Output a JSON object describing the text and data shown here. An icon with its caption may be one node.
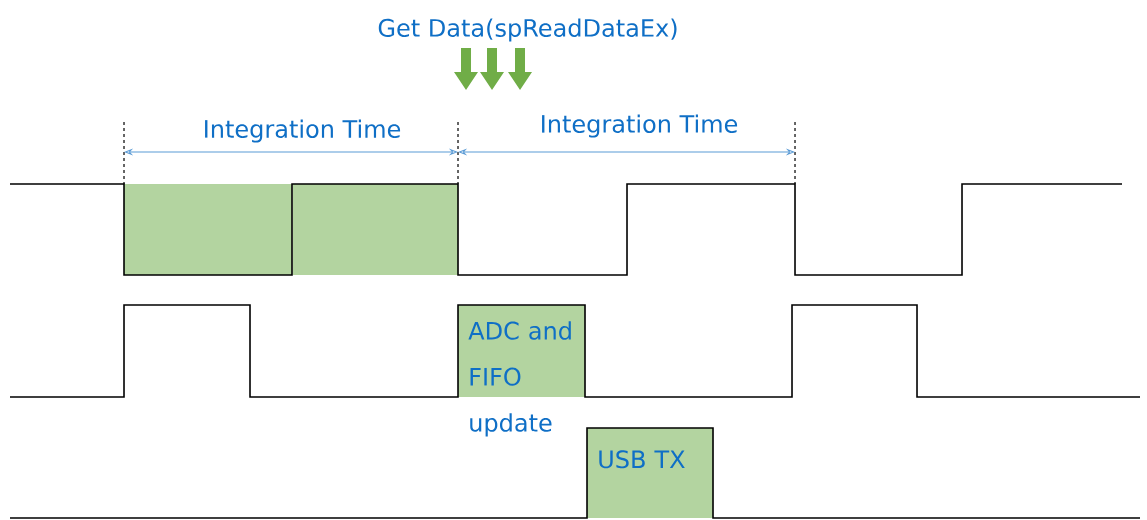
{
  "diagram": {
    "nodes": [
      {
        "text": [],
        "shape": "box"
      },
      {
        "text": [],
        "shape": "box"
      },
      {
        "text": [
          "ADC and FIFO update"
        ]
      },
      {
        "text": [
          "USB TX"
        ]
      }
    ],
    "labels": [
      "Get Data(spReadDataEx)",
      "Integration Time",
      "Integration Time"
    ]
  }
}
